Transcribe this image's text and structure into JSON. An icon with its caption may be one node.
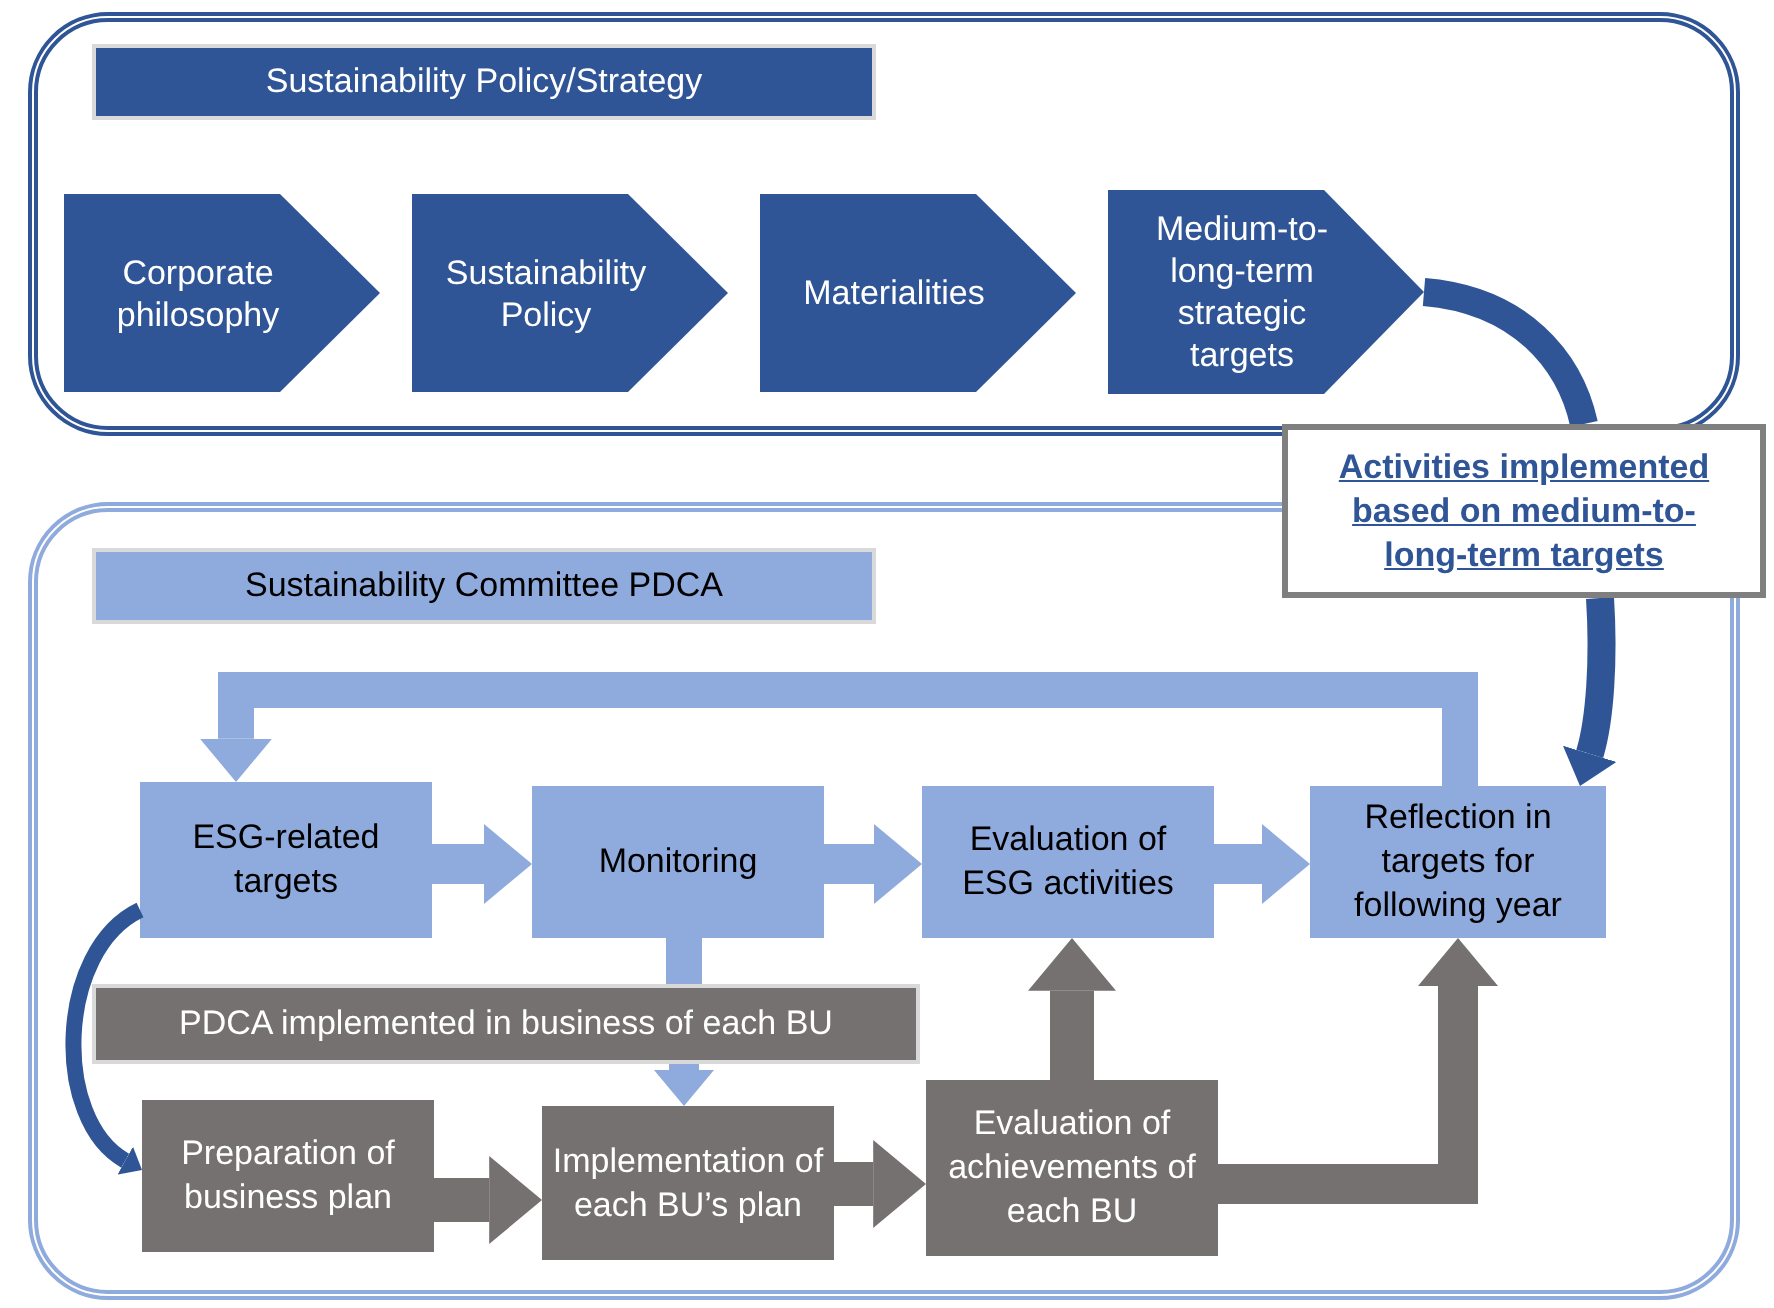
{
  "diagram": {
    "nodes": [
      {
        "text": [],
        "shape": "box"
      },
      {
        "text": [
          "Sustainability Policy/Strategy"
        ],
        "in": 0
      },
      {
        "text": [
          "Corporate philosophy"
        ],
        "in": 0
      },
      {
        "text": [
          "Sustainability Policy"
        ],
        "in": 0
      },
      {
        "text": [
          "Materialities"
        ],
        "in": 0
      },
      {
        "text": [
          "Medium-to-long-term strategic targets"
        ],
        "in": 0
      },
      {
        "text": [
          "Activities implemented based on medium-to-long-term targets"
        ]
      },
      {
        "text": [],
        "shape": "box"
      },
      {
        "text": [
          "Sustainability Committee PDCA"
        ],
        "in": 7
      },
      {
        "text": [
          "ESG-related targets"
        ],
        "in": 7
      },
      {
        "text": [
          "Monitoring"
        ],
        "in": 7
      },
      {
        "text": [
          "Evaluation of ESG activities"
        ],
        "in": 7
      },
      {
        "text": [
          "Reflection in targets for following year"
        ],
        "in": 7
      },
      {
        "text": [
          "PDCA implemented in business of each BU"
        ],
        "in": 7
      },
      {
        "text": [
          "Preparation of business plan"
        ],
        "in": 7
      },
      {
        "text": [
          "Implementation of each BU’s plan"
        ],
        "in": 7
      },
      {
        "text": [
          "Evaluation of achievements of each BU"
        ],
        "in": 7
      }
    ],
    "edges": [
      {
        "from": 5,
        "to": 6,
        "arrow": "none",
        "color": "#2f5597"
      },
      {
        "from": 6,
        "to": 12,
        "arrow": "to",
        "color": "#2f5597"
      },
      {
        "from": 12,
        "to": 9,
        "arrow": "to"
      },
      {
        "from": 9,
        "to": 10,
        "arrow": "to"
      },
      {
        "from": 10,
        "to": 11,
        "arrow": "to"
      },
      {
        "from": 11,
        "to": 12,
        "arrow": "to"
      },
      {
        "from": 10,
        "to": 13,
        "arrow": "none"
      },
      {
        "from": 13,
        "to": 15,
        "arrow": "to"
      },
      {
        "from": 9,
        "to": 14,
        "arrow": "to",
        "color": "#2f5597"
      },
      {
        "from": 14,
        "to": 15,
        "arrow": "to",
        "color": "#767171"
      },
      {
        "from": 15,
        "to": 16,
        "arrow": "to",
        "color": "#767171"
      },
      {
        "from": 16,
        "to": 11,
        "arrow": "to",
        "color": "#767171"
      },
      {
        "from": 16,
        "to": 12,
        "arrow": "to",
        "color": "#767171"
      }
    ]
  }
}
